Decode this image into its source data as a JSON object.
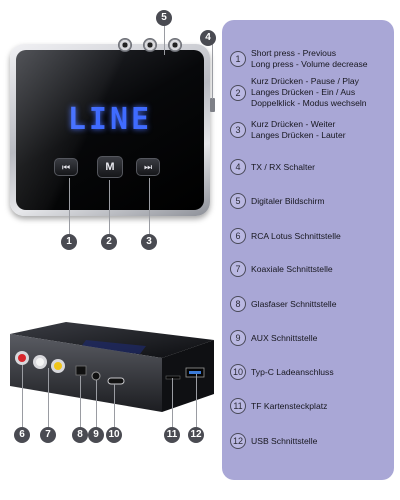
{
  "display": {
    "text": "LINE"
  },
  "buttons": {
    "prev_glyph": "⏮",
    "mode_label": "M",
    "next_glyph": "⏭"
  },
  "markers": {
    "one": "1",
    "two": "2",
    "three": "3",
    "four": "4",
    "five": "5",
    "six": "6",
    "seven": "7",
    "eight": "8",
    "nine": "9",
    "ten": "10",
    "eleven": "11",
    "twelve": "12"
  },
  "legend": [
    {
      "num": "1",
      "lines": [
        "Short press - Previous",
        "Long press - Volume decrease"
      ]
    },
    {
      "num": "2",
      "lines": [
        "Kurz Drücken - Pause / Play",
        "Langes Drücken - Ein / Aus",
        "Doppelklick - Modus wechseln"
      ]
    },
    {
      "num": "3",
      "lines": [
        "Kurz Drücken - Weiter",
        "Langes Drücken - Lauter"
      ]
    },
    {
      "num": "4",
      "lines": [
        "TX / RX Schalter"
      ]
    },
    {
      "num": "5",
      "lines": [
        "Digitaler Bildschirm"
      ]
    },
    {
      "num": "6",
      "lines": [
        "RCA Lotus Schnittstelle"
      ]
    },
    {
      "num": "7",
      "lines": [
        "Koaxiale Schnittstelle"
      ]
    },
    {
      "num": "8",
      "lines": [
        "Glasfaser Schnittstelle"
      ]
    },
    {
      "num": "9",
      "lines": [
        "AUX Schnittstelle"
      ]
    },
    {
      "num": "10",
      "lines": [
        "Typ-C Ladeanschluss"
      ]
    },
    {
      "num": "11",
      "lines": [
        "TF Kartensteckplatz"
      ]
    },
    {
      "num": "12",
      "lines": [
        "USB Schnittstelle"
      ]
    }
  ],
  "colors": {
    "panel": "#a9a7d6",
    "display": "#3f6bff",
    "marker": "#4a4b52"
  }
}
